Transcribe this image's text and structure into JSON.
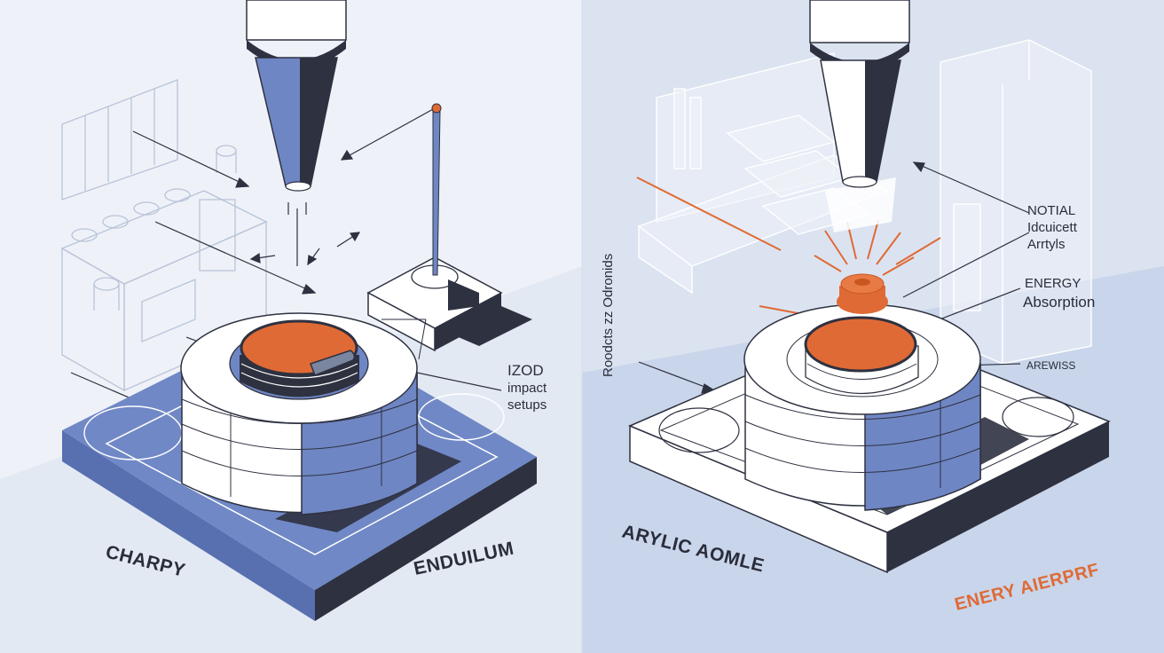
{
  "colors": {
    "left_bg": "#eef2f8",
    "right_bg": "#c7d3e8",
    "accent_blue": "#6f86c4",
    "accent_orange": "#e06a35",
    "dark": "#2e3140",
    "white": "#ffffff"
  },
  "left_panel": {
    "label_izod_1": "IZOD",
    "label_izod_2": "impact",
    "label_izod_3": "setups",
    "label_charpy": "CHARPY",
    "label_pendulum": "ENDUILUM"
  },
  "right_panel": {
    "vertical_text": "Roodcts zz Odronids",
    "label_notial_1": "NOTIAL",
    "label_notial_2": "Idcuicett",
    "label_notial_3": "Arrtyls",
    "label_energy_1": "ENERGY",
    "label_energy_2": "Absorption",
    "label_arewiss": "AREWISS",
    "label_acrylic": "ARYLIC AOMLE",
    "label_energy_orange": "ENERY AIERPRF"
  }
}
